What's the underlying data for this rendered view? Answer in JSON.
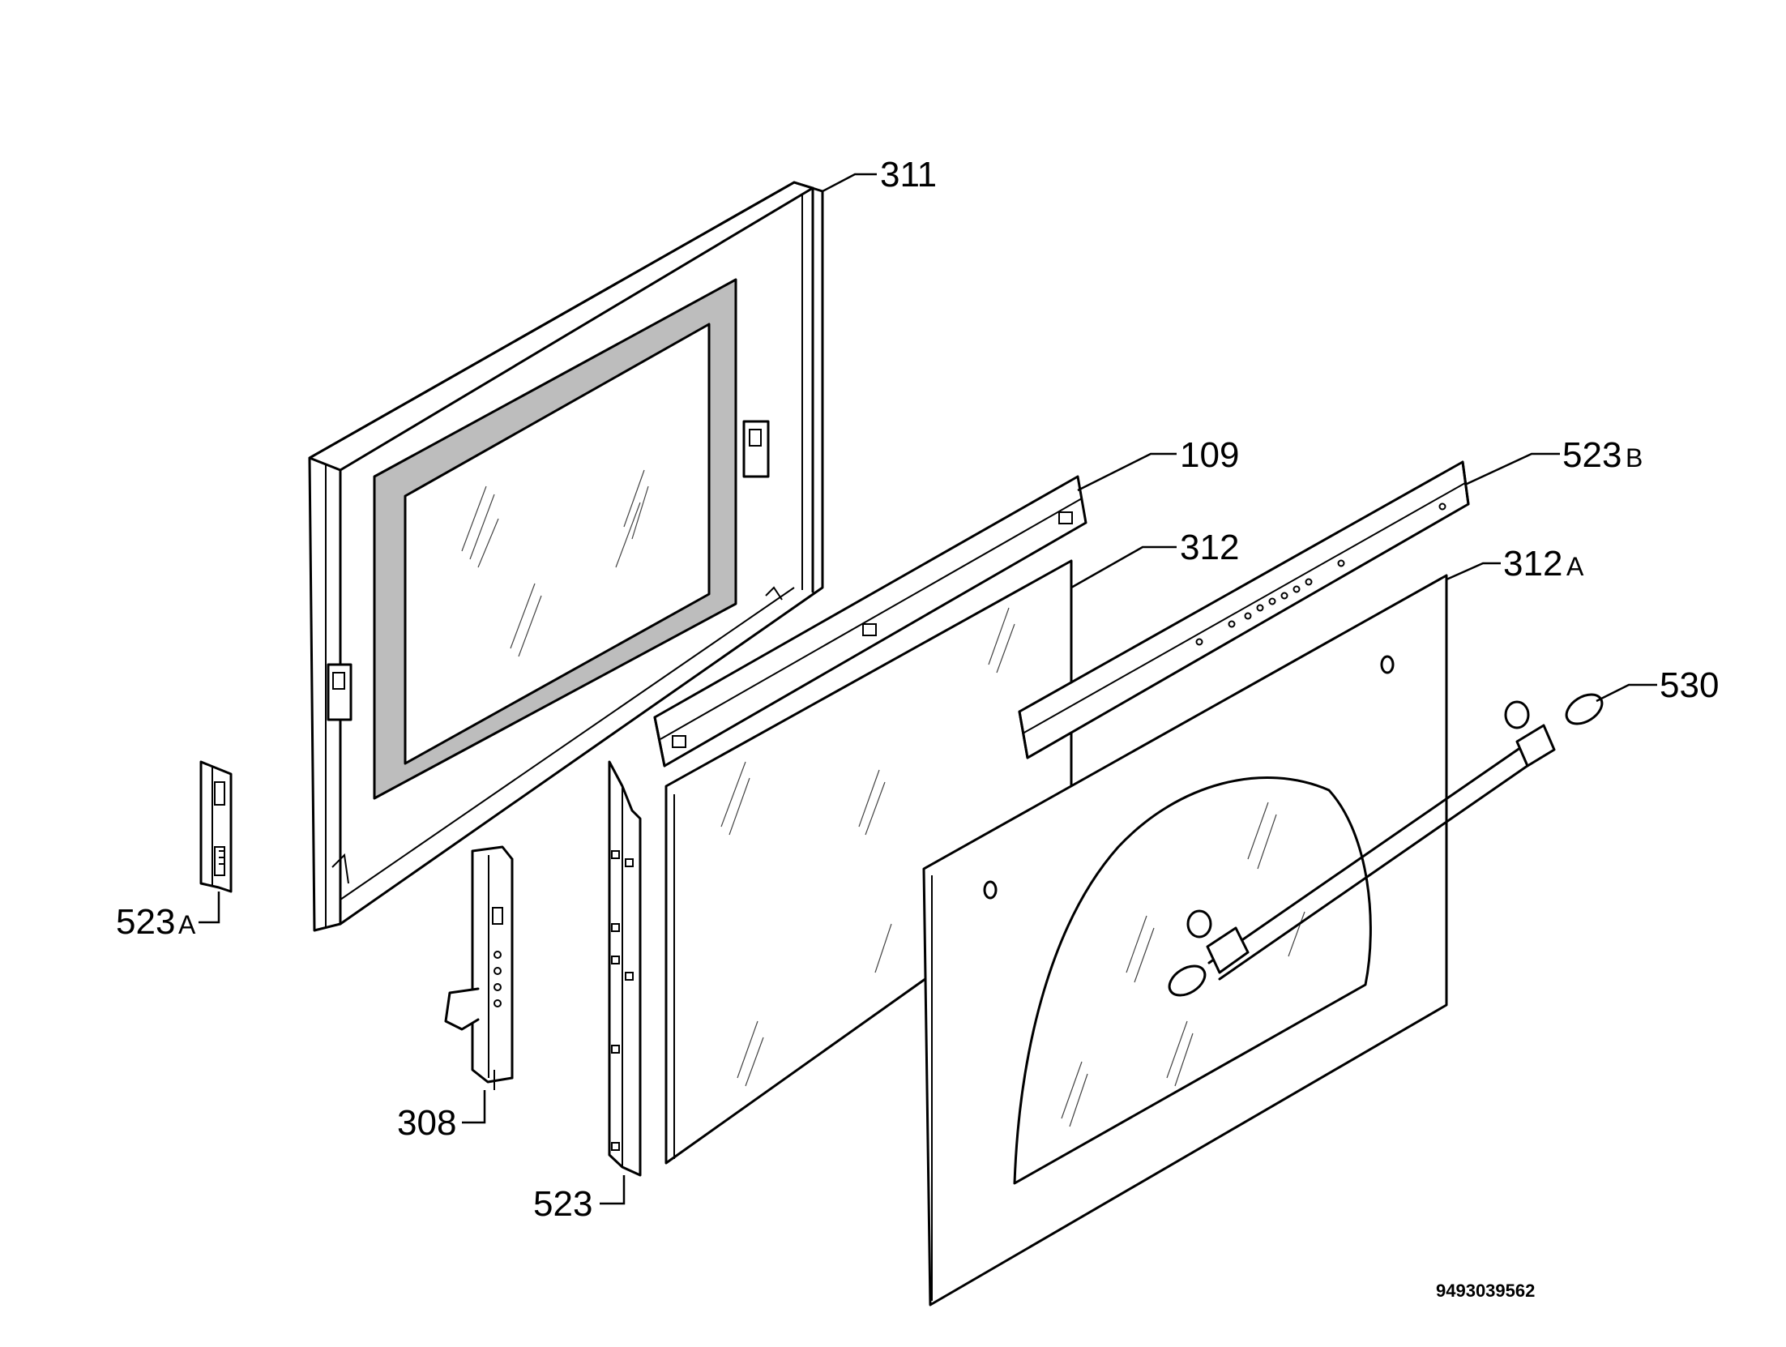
{
  "labels": {
    "p311": "311",
    "p109": "109",
    "p312": "312",
    "p523b_num": "523",
    "p523b_suf": "B",
    "p312a_num": "312",
    "p312a_suf": "A",
    "p530": "530",
    "p523a_num": "523",
    "p523a_suf": "A",
    "p308": "308",
    "p523": "523"
  },
  "drawing_code": "9493039562",
  "colors": {
    "ink": "#000000",
    "paper": "#ffffff",
    "gasket": "#bdbdbd"
  }
}
